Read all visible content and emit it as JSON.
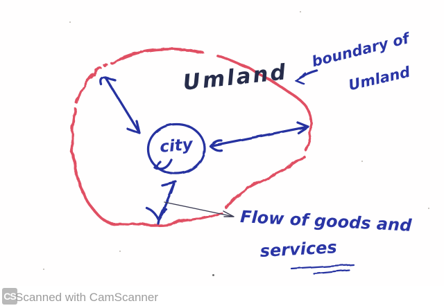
{
  "diagram": {
    "region_label": "Umland",
    "node_label": "city",
    "boundary_annotation": {
      "line1": "boundary of",
      "line2": "Umland"
    },
    "flow_annotation": {
      "line1": "Flow of goods and",
      "line2": "services"
    },
    "arrows": [
      {
        "name": "city-to-northwest-boundary",
        "type": "double-headed"
      },
      {
        "name": "city-to-east-boundary",
        "type": "double-headed"
      },
      {
        "name": "city-to-south-boundary",
        "type": "double-headed"
      },
      {
        "name": "flow-label-pointer",
        "type": "single-headed"
      },
      {
        "name": "boundary-label-pointer",
        "type": "single-headed"
      }
    ],
    "colors": {
      "boundary_red": "#e04f63",
      "ink_blue": "#2531a0",
      "ink_dark": "#262c4a",
      "thin_arrow": "#3a3a52"
    }
  },
  "watermark": {
    "logo": "CS",
    "text": "Scanned with CamScanner",
    "text_color": "#9c9c9c"
  }
}
